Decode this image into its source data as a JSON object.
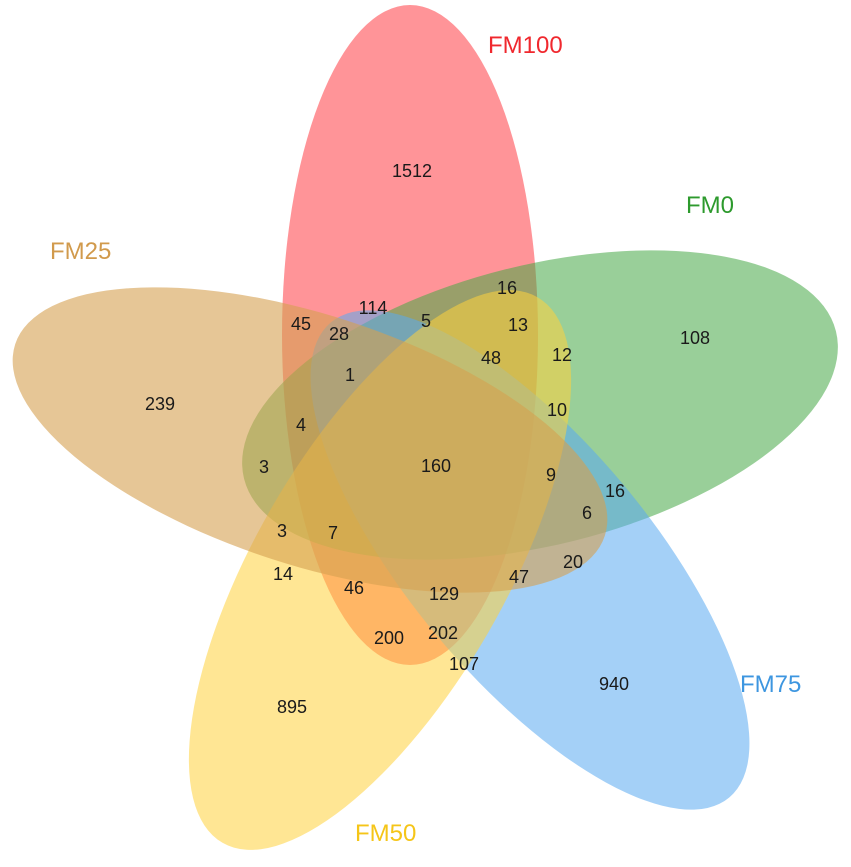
{
  "sets": [
    {
      "id": "fm100",
      "name": "FM100",
      "color": "#ff6b70",
      "label_color": "#f0282e"
    },
    {
      "id": "fm0",
      "name": "FM0",
      "color": "#45a845",
      "label_color": "#2d9a2d"
    },
    {
      "id": "fm75",
      "name": "FM75",
      "color": "#5aaaf0",
      "label_color": "#3d96e0"
    },
    {
      "id": "fm50",
      "name": "FM50",
      "color": "#ffd23c",
      "label_color": "#f5c518"
    },
    {
      "id": "fm25",
      "name": "FM25",
      "color": "#d6a050",
      "label_color": "#d19a4c"
    }
  ],
  "regions": [
    {
      "value": "1512"
    },
    {
      "value": "108"
    },
    {
      "value": "940"
    },
    {
      "value": "895"
    },
    {
      "value": "239"
    },
    {
      "value": "114"
    },
    {
      "value": "16"
    },
    {
      "value": "45"
    },
    {
      "value": "28"
    },
    {
      "value": "5"
    },
    {
      "value": "13"
    },
    {
      "value": "12"
    },
    {
      "value": "48"
    },
    {
      "value": "1"
    },
    {
      "value": "10"
    },
    {
      "value": "4"
    },
    {
      "value": "160"
    },
    {
      "value": "3"
    },
    {
      "value": "9"
    },
    {
      "value": "16"
    },
    {
      "value": "6"
    },
    {
      "value": "3"
    },
    {
      "value": "7"
    },
    {
      "value": "20"
    },
    {
      "value": "14"
    },
    {
      "value": "46"
    },
    {
      "value": "129"
    },
    {
      "value": "47"
    },
    {
      "value": "200"
    },
    {
      "value": "202"
    },
    {
      "value": "107"
    }
  ]
}
